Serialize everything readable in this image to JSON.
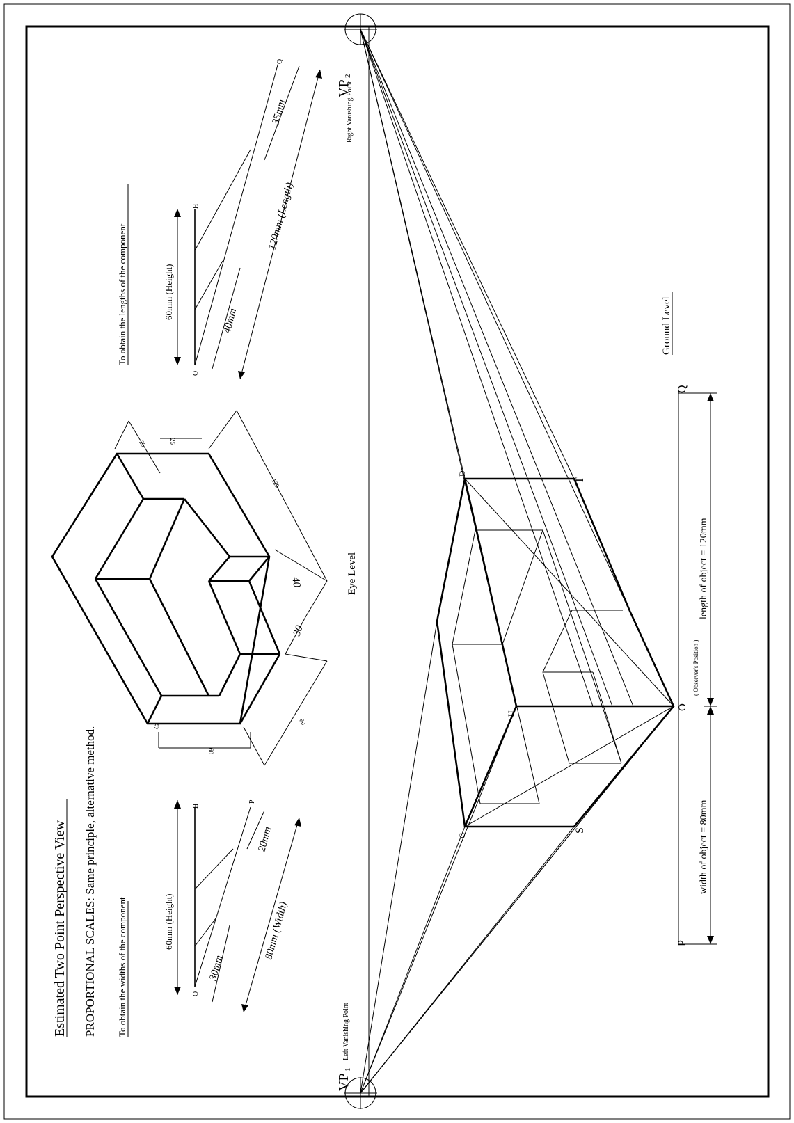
{
  "title": "Estimated Two Point Perspective View",
  "subtitle": "PROPORTIONAL SCALES: Same principle, alternative method.",
  "widths_heading": "To obtain the widths of the component",
  "lengths_heading": "To obtain the lengths of the component",
  "vp1": {
    "main": "VP",
    "sub": "1",
    "label": "Left Vanishing Point"
  },
  "vp2": {
    "main": "VP",
    "sub": "2",
    "label": "Right Vanishing Point"
  },
  "eye_level": "Eye Level",
  "ground_level": "Ground Level",
  "width_scale": {
    "height": "60mm  (Height)",
    "o": "O",
    "h": "H",
    "p": "P",
    "d30": "30mm",
    "d20": "20mm",
    "total": "80mm  (Width)"
  },
  "length_scale": {
    "height": "60mm   (Height)",
    "o": "O",
    "h": "H",
    "q": "Q",
    "d40": "40mm",
    "d35": "35mm",
    "total": "120mm  (Length)"
  },
  "isometric_dims": {
    "d60": "60",
    "d80": "80",
    "d30": "30",
    "d40": "40",
    "d120": "120",
    "d25a": "25",
    "d25b": "25",
    "d15": "15"
  },
  "perspective": {
    "o": "O",
    "observer": "( Observer's Position )",
    "c": "C",
    "d": "D",
    "h": "H",
    "s": "S",
    "t": "T",
    "p": "P",
    "q": "Q",
    "width_text": "width of object  =  80mm",
    "length_text": "length of object  =  120mm"
  }
}
